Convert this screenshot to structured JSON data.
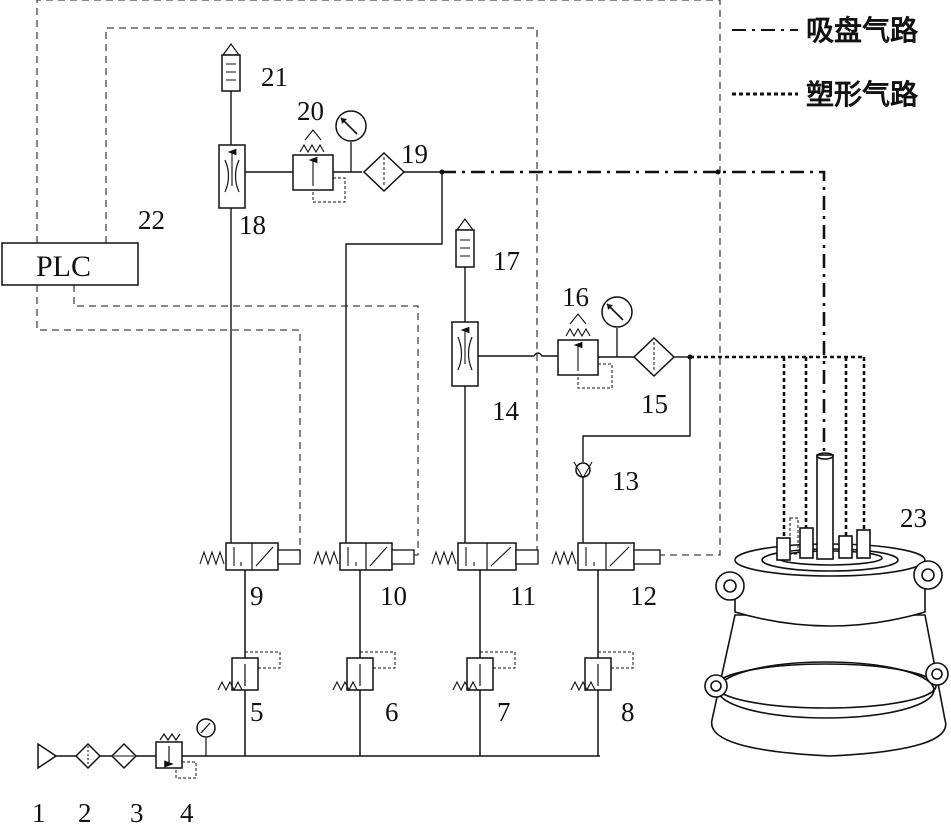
{
  "legend": {
    "suction_cup_circuit": "吸盘气路",
    "forming_circuit": "塑形气路"
  },
  "plc_label": "PLC",
  "component_numbers": {
    "n1": "1",
    "n2": "2",
    "n3": "3",
    "n4": "4",
    "n5": "5",
    "n6": "6",
    "n7": "7",
    "n8": "8",
    "n9": "9",
    "n10": "10",
    "n11": "11",
    "n12": "12",
    "n13": "13",
    "n14": "14",
    "n15": "15",
    "n16": "16",
    "n17": "17",
    "n18": "18",
    "n19": "19",
    "n20": "20",
    "n21": "21",
    "n22": "22",
    "n23": "23"
  }
}
